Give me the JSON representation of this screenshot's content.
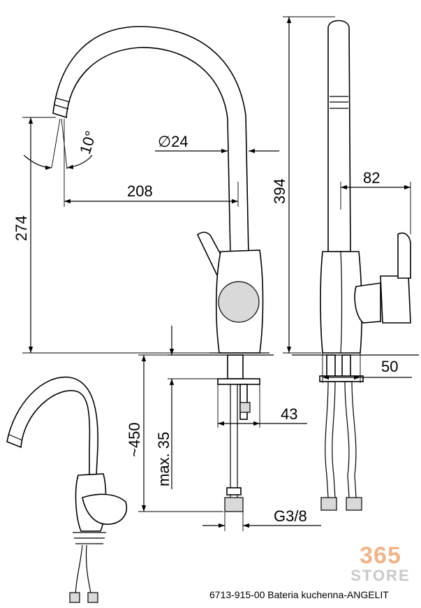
{
  "dimensions": {
    "diameter": "∅24",
    "angle": "10°",
    "reach": "208",
    "height_spout": "274",
    "height_total": "394",
    "depth_lever": "82",
    "depth_base": "50",
    "hose_length": "~450",
    "max_thickness": "max. 35",
    "shank_diameter": "43",
    "thread": "G3/8"
  },
  "caption": "6713-915-00 Bateria kuchenna-ANGELIT",
  "logo": {
    "number": "365",
    "word": "STORE",
    "number_color": "#f0b48a",
    "word_color": "#c8c8c8"
  }
}
